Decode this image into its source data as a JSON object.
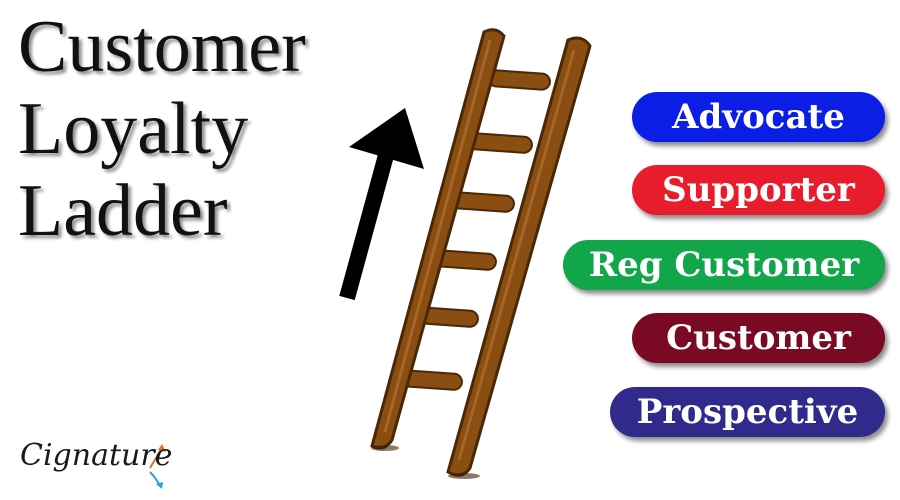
{
  "title": {
    "line1": "Customer",
    "line2": "Loyalty",
    "line3": "Ladder"
  },
  "levels": [
    {
      "label": "Advocate",
      "color": "#0a1ee6"
    },
    {
      "label": "Supporter",
      "color": "#e81c2c"
    },
    {
      "label": "Reg Customer",
      "color": "#11a64a"
    },
    {
      "label": "Customer",
      "color": "#7a0a24"
    },
    {
      "label": "Prospective",
      "color": "#2f2a8c"
    }
  ],
  "logo": {
    "text": "Cignature",
    "accent_colors": [
      "#e8702a",
      "#2aa3d8"
    ]
  },
  "colors": {
    "ladder": "#8a4e12",
    "ladder_dark": "#4a2806",
    "arrow": "#000000"
  }
}
